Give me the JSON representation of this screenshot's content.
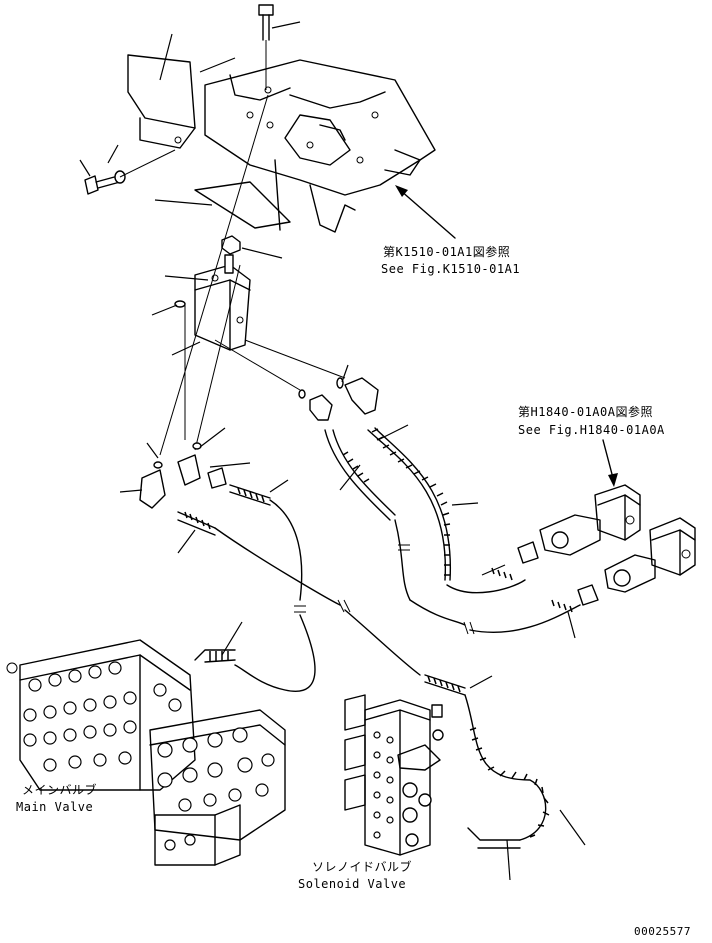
{
  "references": [
    {
      "jp": "第K1510-01A1図参照",
      "en": "See Fig.K1510-01A1"
    },
    {
      "jp": "第H1840-01A0A図参照",
      "en": "See Fig.H1840-01A0A"
    }
  ],
  "components": {
    "main_valve": {
      "jp": "メインバルブ",
      "en": "Main Valve"
    },
    "solenoid_valve": {
      "jp": "ソレノイドバルブ",
      "en": "Solenoid Valve"
    }
  },
  "drawing_number": "00025577"
}
